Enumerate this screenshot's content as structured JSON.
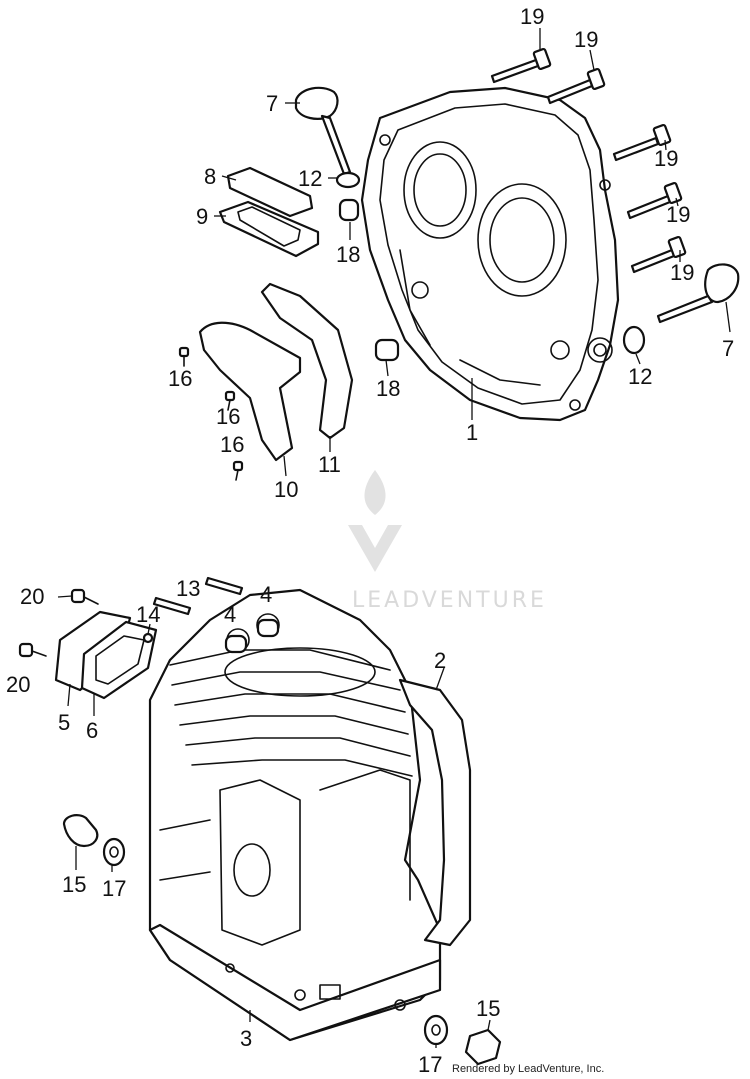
{
  "watermark": {
    "brand": "LEADVENTURE"
  },
  "credit": "Rendered by LeadVenture, Inc.",
  "callouts": {
    "c1": "1",
    "c2": "2",
    "c3": "3",
    "c4a": "4",
    "c4b": "4",
    "c5": "5",
    "c6": "6",
    "c7a": "7",
    "c7b": "7",
    "c8": "8",
    "c9": "9",
    "c10": "10",
    "c11": "11",
    "c12a": "12",
    "c12b": "12",
    "c13": "13",
    "c14": "14",
    "c15a": "15",
    "c15b": "15",
    "c16a": "16",
    "c16b": "16",
    "c16c": "16",
    "c17a": "17",
    "c17b": "17",
    "c18a": "18",
    "c18b": "18",
    "c19a": "19",
    "c19b": "19",
    "c19c": "19",
    "c19d": "19",
    "c19e": "19",
    "c20a": "20",
    "c20b": "20"
  }
}
